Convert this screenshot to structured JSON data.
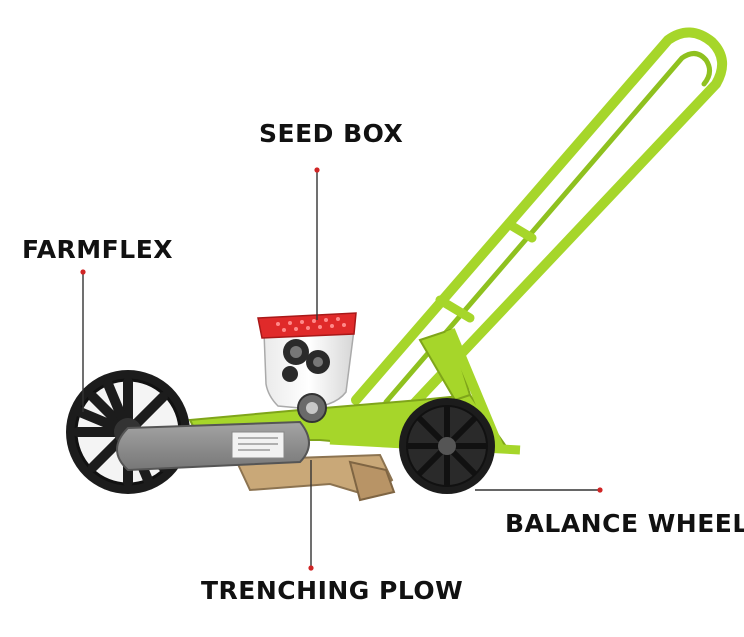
{
  "labels": {
    "seed_box": "SEED BOX",
    "farmflex": "FARMFLEX",
    "balance_wheel": "BALANCE WHEEL",
    "trenching_plow": "TRENCHING PLOW"
  },
  "colors": {
    "frame": "#a6d62a",
    "frame_dark": "#7fa51a",
    "lid": "#e02a2a",
    "wheel": "#1c1c1c",
    "housing": "#8e8e8e",
    "plow": "#c9a878",
    "leader": "#333333",
    "dot": "#d02525"
  }
}
